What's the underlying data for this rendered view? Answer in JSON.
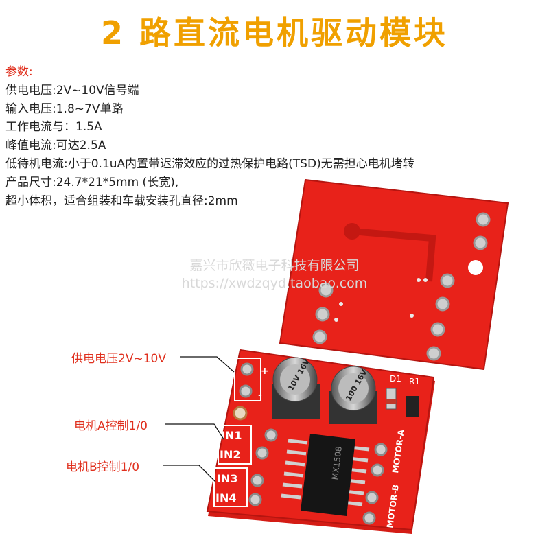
{
  "title": "2 路直流电机驱动模块",
  "specs": {
    "header": "参数:",
    "lines": [
      "供电电压:2V~10V信号端",
      "输入电压:1.8~7V单路",
      "工作电流与：1.5A",
      "峰值电流:可达2.5A",
      "低待机电流:小于0.1uA内置带迟滞效应的过热保护电路(TSD)无需担心电机堵转",
      "产品尺寸:24.7*21*5mm (长宽),",
      "超小体积，适合组装和车载安装孔直径:2mm"
    ]
  },
  "watermark": {
    "company": "嘉兴市欣薇电子科技有限公司",
    "url": "https://xwdzqyd.taobao.com"
  },
  "callouts": {
    "power": "供电电压2V~10V",
    "motor_a": "电机A控制1/0",
    "motor_b": "电机B控制1/0"
  },
  "board_labels": {
    "in1": "IN1",
    "in2": "IN2",
    "in3": "IN3",
    "in4": "IN4",
    "plus": "+",
    "minus": "-",
    "motor_a": "MOTOR-A",
    "motor_b": "MOTOR-B",
    "d1": "D1",
    "r1": "R1",
    "cap1": "10V 16V",
    "cap2": "100 16V",
    "chip": "MX1508"
  },
  "colors": {
    "pcb": "#e8221a",
    "title": "#f0a000",
    "callout": "#e0301e"
  }
}
